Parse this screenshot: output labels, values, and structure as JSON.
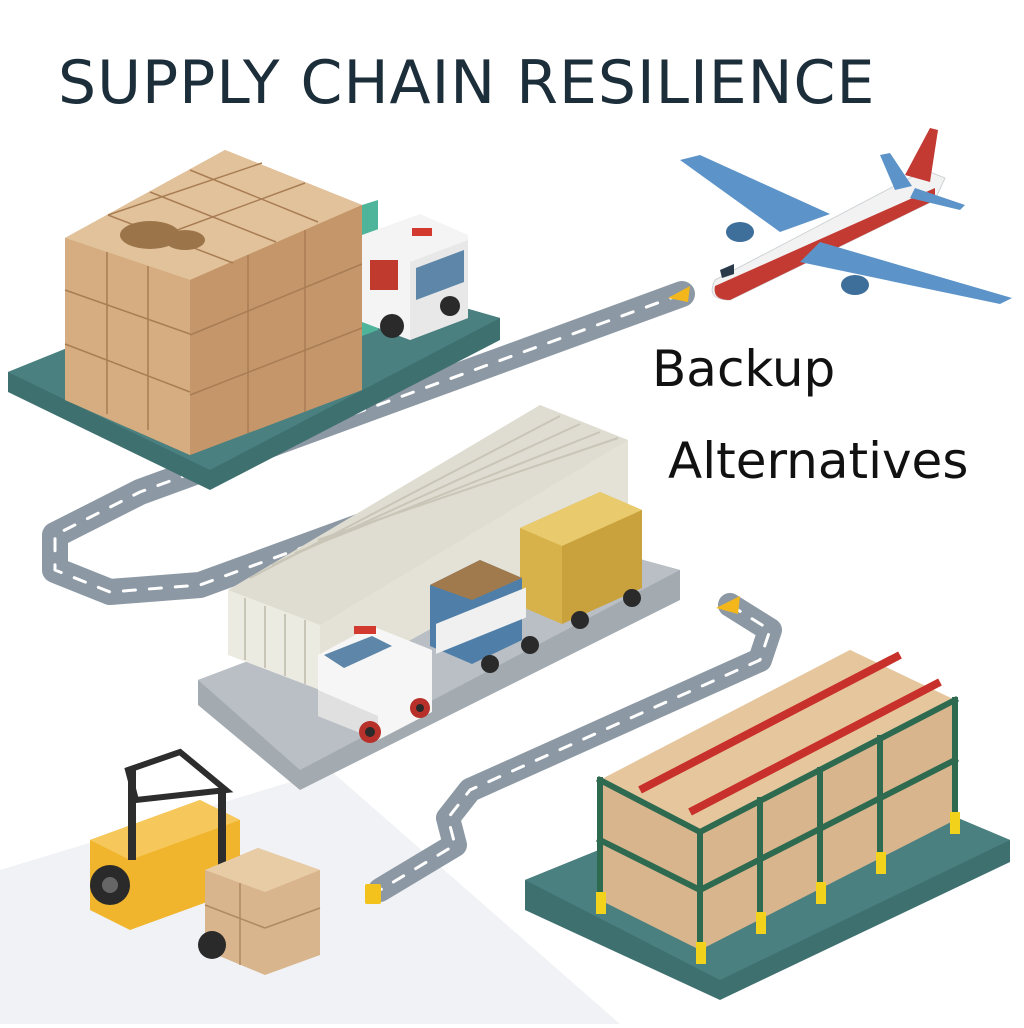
{
  "title": "SUPPLY CHAIN RESILIENCE",
  "labels": {
    "line1": "Backup",
    "line2": "Alternatives"
  },
  "colors": {
    "platform": "#3f7070",
    "road": "#8c98a3",
    "route_marker": "#f3b71c",
    "box": "#d8b58c",
    "rack": "#2e6a50",
    "rack_beam": "#c8312b",
    "plane_body": "#f2f2f2",
    "plane_wing": "#5c93c8",
    "forklift": "#f0b52c",
    "container": "#d7b24a",
    "warehouse": "#ecebe2"
  },
  "icons": [
    "cargo-boxes",
    "delivery-truck",
    "airplane",
    "warehouse",
    "shipping-container",
    "forklift",
    "storage-rack"
  ]
}
